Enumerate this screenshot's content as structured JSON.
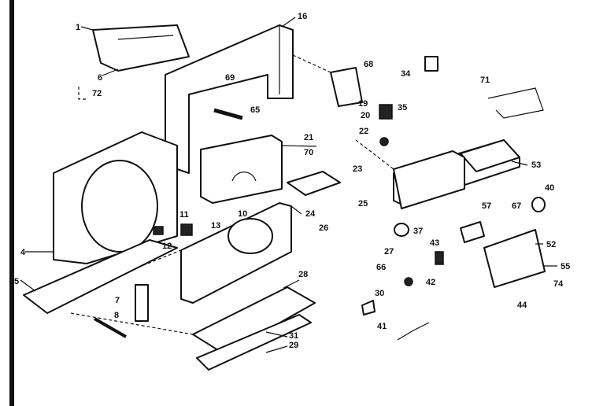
{
  "callouts": {
    "c1": "1",
    "c6": "6",
    "c72": "72",
    "c16": "16",
    "c69": "69",
    "c68": "68",
    "c34": "34",
    "c71": "71",
    "c19": "19",
    "c20": "20",
    "c35": "35",
    "c65": "65",
    "c22": "22",
    "c21": "21",
    "c70": "70",
    "c53": "53",
    "c23": "23",
    "c40": "40",
    "c10": "10",
    "c11": "11",
    "c13": "13",
    "c24": "24",
    "c25": "25",
    "c57": "57",
    "c67": "67",
    "c12": "12",
    "c26": "26",
    "c37": "37",
    "c52": "52",
    "c27": "27",
    "c43": "43",
    "c55": "55",
    "c66": "66",
    "c74": "74",
    "c5": "5",
    "c42": "42",
    "c44": "44",
    "c7": "7",
    "c28": "28",
    "c30": "30",
    "c8": "8",
    "c41": "41",
    "c31": "31",
    "c29": "29",
    "c4": "4"
  }
}
